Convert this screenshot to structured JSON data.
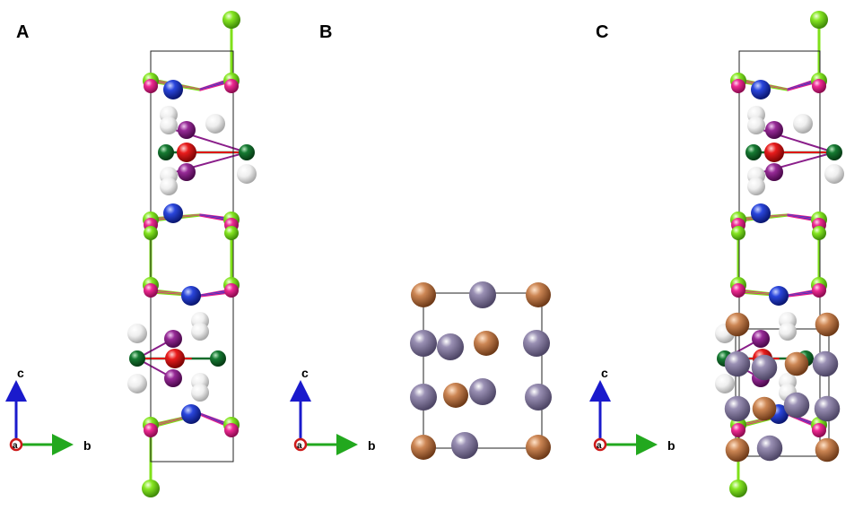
{
  "panels": [
    {
      "label": "A",
      "axes": {
        "c": "c",
        "b": "b",
        "a": "a"
      }
    },
    {
      "label": "B",
      "axes": {
        "c": "c",
        "b": "b",
        "a": "a"
      }
    },
    {
      "label": "C",
      "axes": {
        "c": "c",
        "b": "b",
        "a": "a"
      }
    }
  ],
  "colors": {
    "lime_atom": "#7fe01a",
    "magenta_atom": "#e8208c",
    "blue_atom": "#1f3cd0",
    "white_atom": "#e6e6e6",
    "purple_atom": "#8a1e8a",
    "red_atom": "#e01414",
    "green_atom": "#126b2a",
    "lavender_atom": "#8e84a6",
    "copper_atom": "#c47c4c",
    "axis_c": "#1a1acc",
    "axis_b": "#22a81e",
    "axis_a": "#cc1a1a"
  }
}
